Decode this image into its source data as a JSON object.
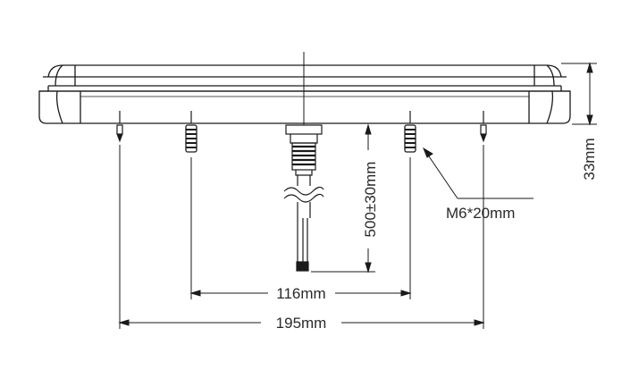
{
  "dimensions": {
    "overall_height": "33mm",
    "thread": "M6*20mm",
    "cable_length": "500±30mm",
    "inner_stud_spacing": "116mm",
    "outer_stud_spacing": "195mm"
  },
  "colors": {
    "line": "#1a1a1a",
    "text": "#2a2a2a",
    "background": "#ffffff"
  }
}
